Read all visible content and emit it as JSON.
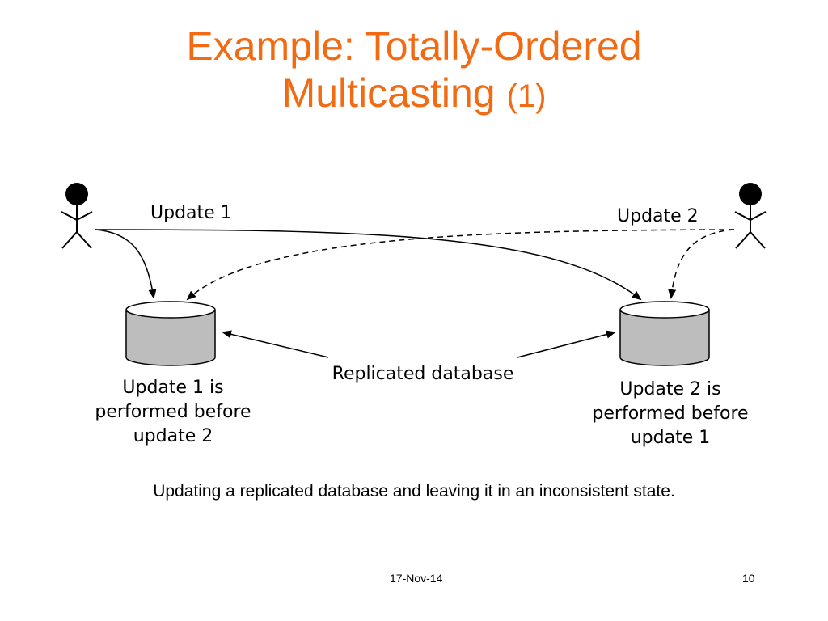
{
  "slide": {
    "title_line1": "Example: Totally-Ordered",
    "title_line2": "Multicasting",
    "title_suffix": "(1)",
    "title_color": "#f26b13"
  },
  "diagram": {
    "update1_label": "Update 1",
    "update2_label": "Update 2",
    "replicated_label": "Replicated database",
    "left_note": [
      "Update 1 is",
      "performed before",
      "update 2"
    ],
    "right_note": [
      "Update 2 is",
      "performed before",
      "update 1"
    ],
    "database_fill": "#bdbdbd"
  },
  "caption": "Updating a replicated database and leaving it in an inconsistent state.",
  "footer": {
    "date": "17-Nov-14",
    "page": "10"
  }
}
